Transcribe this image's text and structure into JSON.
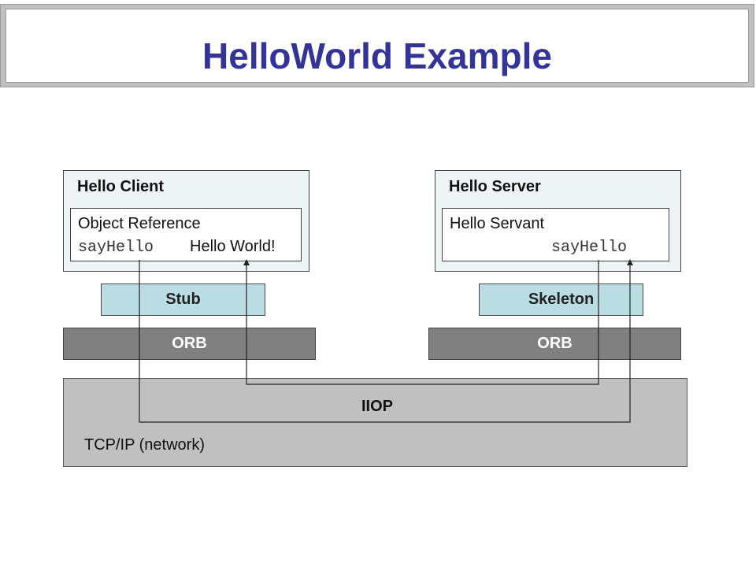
{
  "title": "HelloWorld Example",
  "client": {
    "label": "Hello Client",
    "object_reference": "Object Reference",
    "method": "sayHello",
    "result": "Hello World!",
    "stub": "Stub",
    "orb": "ORB"
  },
  "server": {
    "label": "Hello Server",
    "servant": "Hello Servant",
    "method": "sayHello",
    "skeleton": "Skeleton",
    "orb": "ORB"
  },
  "network": {
    "protocol": "IIOP",
    "label": "TCP/IP (network)"
  }
}
